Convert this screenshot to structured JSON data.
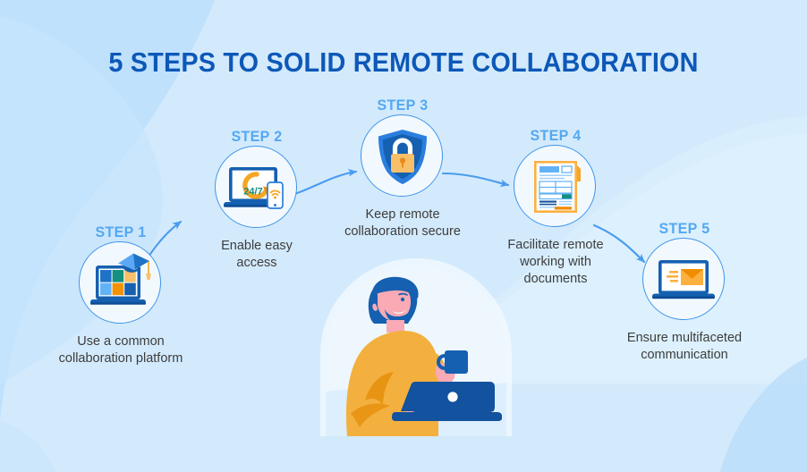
{
  "theme": {
    "bg_light": "#d3eafc",
    "bg_blob": "#bcdffb",
    "bg_wave": "#cfe8fc",
    "title_color": "#0d58b8",
    "step_label_color": "#54a8f2",
    "caption_color": "#3d3d3d",
    "circle_fill": "#f2f9fe",
    "circle_stroke": "#3d94ec",
    "arrow_color": "#4a9bef",
    "accent_orange": "#f5a623",
    "accent_orange_dark": "#ef8d00",
    "accent_blue_dark": "#1560b0",
    "accent_blue": "#2a7ede",
    "accent_blue_light": "#5aa9f2",
    "accent_teal": "#13907f",
    "skin": "#f9aab4",
    "sweater": "#f3b03f"
  },
  "header": {
    "title": "5 STEPS TO SOLID REMOTE COLLABORATION"
  },
  "steps": [
    {
      "id": "step1",
      "label": "STEP 1",
      "caption": "Use a common\ncollaboration platform",
      "caption_line1": "Use a common",
      "caption_line2": "collaboration platform",
      "icon": "laptop-grid-graduation-cap-icon"
    },
    {
      "id": "step2",
      "label": "STEP 2",
      "caption": "Enable easy\naccess",
      "caption_line1": "Enable easy",
      "caption_line2": "access",
      "icon": "laptop-247-phone-wifi-icon",
      "icon_text": "24/7"
    },
    {
      "id": "step3",
      "label": "STEP 3",
      "caption": "Keep remote\ncollaboration secure",
      "caption_line1": "Keep remote",
      "caption_line2": "collaboration secure",
      "icon": "shield-padlock-icon"
    },
    {
      "id": "step4",
      "label": "STEP 4",
      "caption": "Facilitate remote\nworking with\ndocuments",
      "caption_line1": "Facilitate remote",
      "caption_line2": "working with",
      "caption_line3": "documents",
      "icon": "document-form-icon"
    },
    {
      "id": "step5",
      "label": "STEP 5",
      "caption": "Ensure multifaceted\ncommunication",
      "caption_line1": "Ensure multifaceted",
      "caption_line2": "communication",
      "icon": "laptop-envelope-icon"
    }
  ],
  "connectors": [
    {
      "name": "arrow-step1-to-step2",
      "from": "step1",
      "to": "step2"
    },
    {
      "name": "arrow-step2-to-step3",
      "from": "step2",
      "to": "step3"
    },
    {
      "name": "arrow-step3-to-step4",
      "from": "step3",
      "to": "step4"
    },
    {
      "name": "arrow-step4-to-step5",
      "from": "step4",
      "to": "step5"
    }
  ],
  "illustration": {
    "name": "person-with-laptop-and-mug-illustration",
    "elements": [
      "beard-hair",
      "face",
      "orange-sweater",
      "blue-mug",
      "blue-laptop",
      "white-arch-backdrop"
    ]
  }
}
